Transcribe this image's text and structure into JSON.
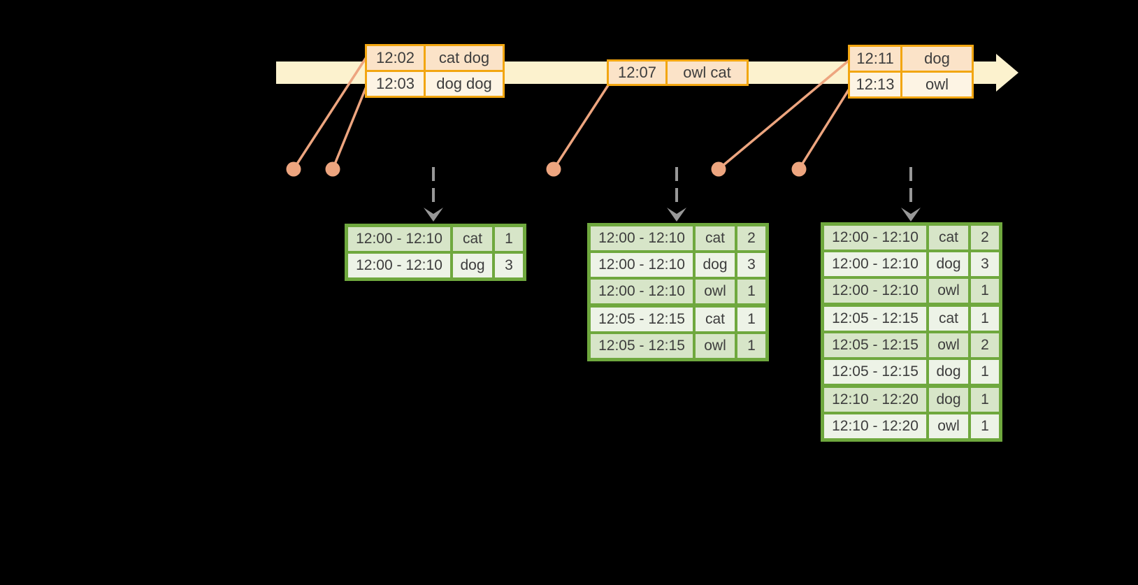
{
  "colors": {
    "bg": "#000000",
    "band": "#fcf2ce",
    "gold": "#f2a611",
    "peach": "#fbe3c8",
    "cream": "#fdf4e4",
    "salmon": "#eda57f",
    "gray": "#989898",
    "green": "#6fa83e",
    "cell-dark": "#d7e5c8",
    "cell-light": "#edf3e7",
    "ink": "#3d3d3d"
  },
  "icons": {
    "timeline_arrow": "right block arrow (cream)",
    "event_marker": "filled circle (salmon)",
    "trigger_arrow": "dashed down arrow (gray)"
  },
  "timeline": {
    "events": [
      {
        "rows": [
          {
            "time": "12:02",
            "words": "cat dog"
          },
          {
            "time": "12:03",
            "words": "dog dog"
          }
        ]
      },
      {
        "rows": [
          {
            "time": "12:07",
            "words": "owl cat"
          }
        ]
      },
      {
        "rows": [
          {
            "time": "12:11",
            "words": "dog"
          },
          {
            "time": "12:13",
            "words": "owl"
          }
        ]
      }
    ]
  },
  "result_tables": [
    {
      "rows": [
        {
          "window": "12:00 - 12:10",
          "word": "cat",
          "count": "1"
        },
        {
          "window": "12:00 - 12:10",
          "word": "dog",
          "count": "3"
        }
      ]
    },
    {
      "rows": [
        {
          "window": "12:00 - 12:10",
          "word": "cat",
          "count": "2"
        },
        {
          "window": "12:00 - 12:10",
          "word": "dog",
          "count": "3"
        },
        {
          "window": "12:00 - 12:10",
          "word": "owl",
          "count": "1"
        },
        {
          "window": "12:05 - 12:15",
          "word": "cat",
          "count": "1"
        },
        {
          "window": "12:05 - 12:15",
          "word": "owl",
          "count": "1"
        }
      ]
    },
    {
      "rows": [
        {
          "window": "12:00 - 12:10",
          "word": "cat",
          "count": "2"
        },
        {
          "window": "12:00 - 12:10",
          "word": "dog",
          "count": "3"
        },
        {
          "window": "12:00 - 12:10",
          "word": "owl",
          "count": "1"
        },
        {
          "window": "12:05 - 12:15",
          "word": "cat",
          "count": "1"
        },
        {
          "window": "12:05 - 12:15",
          "word": "owl",
          "count": "2"
        },
        {
          "window": "12:05 - 12:15",
          "word": "dog",
          "count": "1"
        },
        {
          "window": "12:10 - 12:20",
          "word": "dog",
          "count": "1"
        },
        {
          "window": "12:10 - 12:20",
          "word": "owl",
          "count": "1"
        }
      ]
    }
  ]
}
